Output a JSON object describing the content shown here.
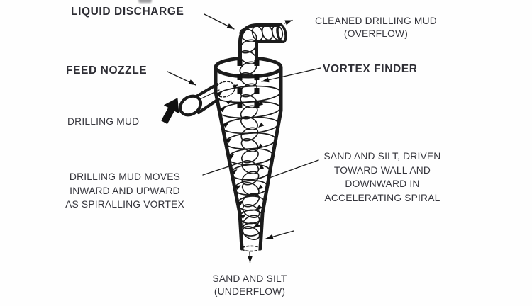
{
  "diagram": {
    "subject": "hydrocyclone-drilling-mud-separator",
    "colors": {
      "line": "#1b1b1b",
      "text": "#35353c",
      "background": "#fefefe"
    }
  },
  "labels": {
    "liquid_discharge": "LIQUID DISCHARGE",
    "cleaned_mud": "CLEANED DRILLING MUD\n(OVERFLOW)",
    "feed_nozzle": "FEED NOZZLE",
    "vortex_finder": "VORTEX FINDER",
    "drilling_mud": "DRILLING MUD",
    "inner_vortex": "DRILLING MUD MOVES\nINWARD AND UPWARD\nAS SPIRALLING VORTEX",
    "outer_spiral": "SAND AND SILT, DRIVEN\nTOWARD WALL AND\nDOWNWARD IN\nACCELERATING SPIRAL",
    "underflow": "SAND AND SILT\n(UNDERFLOW)"
  },
  "icons": {
    "drilling_mud_inflow_arrow": "bold-arrow-up-right",
    "overflow_out_arrow": "thin-arrow-right",
    "underflow_out_arrow": "thin-arrow-down"
  }
}
